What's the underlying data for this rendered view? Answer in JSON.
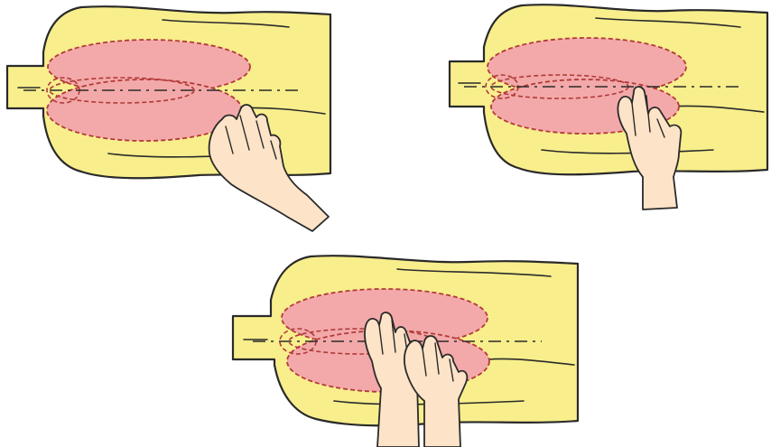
{
  "colors": {
    "skin": "#f8ee8c",
    "zone": "#f3a9a9",
    "zone_edge": "#b23a3a",
    "hand": "#fde3c7",
    "outline": "#2a2a2a"
  },
  "panels": [
    {
      "id": "panel-1",
      "hand_pose": "fingers-together-palm-flat"
    },
    {
      "id": "panel-2",
      "hand_pose": "two-fingers-pointing"
    },
    {
      "id": "panel-3",
      "hand_pose": "two-hands-side-by-side"
    }
  ]
}
